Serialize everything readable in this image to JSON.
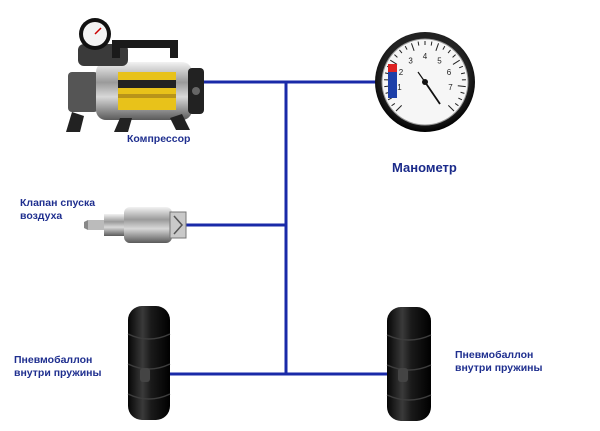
{
  "labels": {
    "compressor": "Компрессор",
    "gauge": "Манометр",
    "valve_line1": "Клапан спуска",
    "valve_line2": "воздуха",
    "bag_left_line1": "Пневмобаллон",
    "bag_left_line2": "внутри пружины",
    "bag_right_line1": "Пневмобаллон",
    "bag_right_line2": "внутри пружины"
  },
  "gauge_ticks": [
    "1",
    "2",
    "3",
    "4",
    "5",
    "6",
    "7"
  ],
  "colors": {
    "line": "#1a2aa8",
    "label": "#1f2f8f",
    "compressor_label": "#e8c21a"
  }
}
